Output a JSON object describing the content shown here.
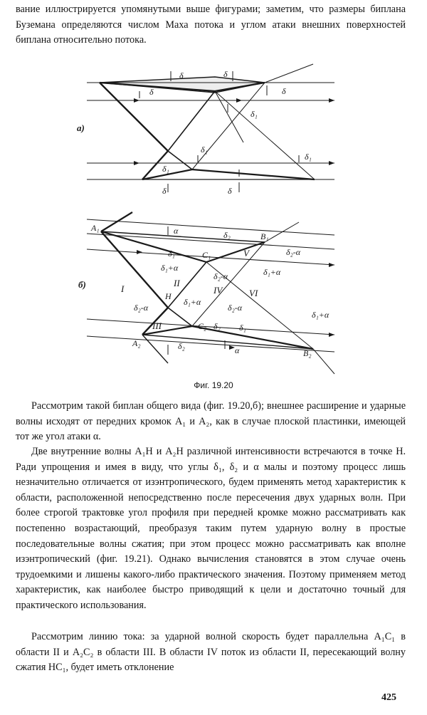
{
  "intro_text": "вание иллюстрируется упомянутыми выше фигурами; заметим, что размеры биплана Буземана определяются числом Маха потока и углом атаки внешних поверхностей биплана относительно потока.",
  "figure": {
    "caption": "Фиг. 19.20",
    "panel_a": "а)",
    "panel_b": "б)",
    "labels_a": {
      "d_top_left": "δ",
      "d_top_mid": "δ",
      "d_top_right": "δ",
      "d_upper_inner": "δ",
      "d1_right": "δ₁",
      "d1_mid": "δ₁",
      "d1_low": "δ₁",
      "d1_far": "δ₁",
      "d_bot": "δ",
      "d_bot2": "δ"
    },
    "labels_b": {
      "A1": "A₁",
      "A2": "A₂",
      "B1": "B₁",
      "B2": "B₂",
      "C1": "C₁",
      "C2": "C₂",
      "H": "H",
      "I": "I",
      "II": "II",
      "III": "III",
      "IV": "IV",
      "V": "V",
      "VI": "VI",
      "alpha_top": "α",
      "alpha_bot": "α",
      "d2_top": "δ₂",
      "d1": "δ₁",
      "d2_minus_a": "δ₂-α",
      "d1_plus_a": "δ₁+α",
      "d1_plus_a_2": "δ₁+α",
      "d2_minus_a_2": "δ₂-α",
      "d2_minus_a_left": "δ₂-α",
      "d1_plus_a_mid": "δ₁+α",
      "d2_minus_a_mid": "δ₂-α",
      "d1_plus_a_right": "δ₁+α",
      "d2_bot": "δ₂",
      "d1_bot": "δ₁",
      "d2_low": "δ₂"
    }
  },
  "paragraphs": [
    "Рассмотрим такой биплан общего вида (фиг. 19.20,б); внешнее расширение и ударные волны исходят от передних кромок A₁ и A₂, как в случае плоской пластинки, имеющей тот же угол атаки α.",
    "Две внутренние волны A₁H и A₂H различной интенсивности встречаются в точке H. Ради упрощения и имея в виду, что углы δ₁, δ₂ и α малы и поэтому процесс лишь незначительно отличается от изэнтропического, будем применять метод характеристик к области, расположенной непосредственно после пересечения двух ударных волн. При более строгой трактовке угол профиля при передней кромке можно рассматривать как постепенно возрастающий, преобразуя таким путем ударную волну в простые последовательные волны сжатия; при этом процесс можно рассматривать как вполне изэнтропический (фиг. 19.21). Однако вычисления становятся в этом случае очень трудоемкими и лишены какого-либо практического значения. Поэтому применяем метод характеристик, как наиболее быстро приводящий к цели и достаточно точный для практического использования.",
    "Рассмотрим линию тока: за ударной волной скорость будет параллельна A₁C₁ в области II и A₂C₂ в области III. В области IV поток из области II, пересекающий волну сжатия HC₁, будет иметь отклонение"
  ],
  "page_number": "425"
}
